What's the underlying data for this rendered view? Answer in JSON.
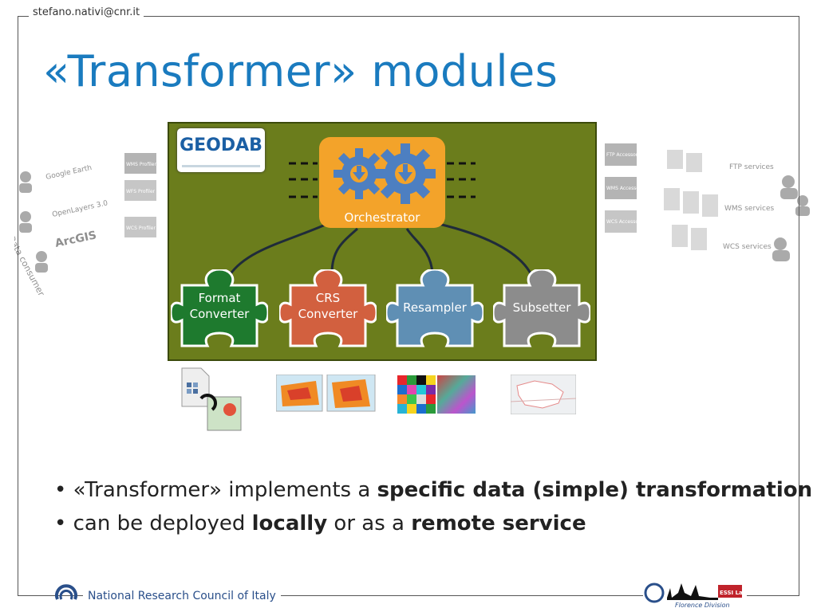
{
  "header": {
    "email": "stefano.nativi@cnr.it"
  },
  "title": "«Transformer» modules",
  "diagram": {
    "logo_text": "GEODAB",
    "orchestrator_label": "Orchestrator",
    "modules": [
      {
        "line1": "Format",
        "line2": "Converter",
        "color": "#1e7a2e"
      },
      {
        "line1": "CRS",
        "line2": "Converter",
        "color": "#d2603f"
      },
      {
        "line1": "Resampler",
        "line2": "",
        "color": "#5f8fb4"
      },
      {
        "line1": "Subsetter",
        "line2": "",
        "color": "#8c8c8c"
      }
    ],
    "left_side": {
      "clients": [
        "Google Earth",
        "OpenLayers 3.0",
        "ArcGIS"
      ],
      "profilers": [
        "WMS Profiler",
        "WFS Profiler",
        "WCS Profiler"
      ],
      "caption": "Data consumers"
    },
    "right_side": {
      "accessors": [
        "FTP Accessor",
        "WMS Accessor",
        "WCS Accessor"
      ],
      "services": [
        "FTP services",
        "WMS services",
        "WCS services"
      ]
    }
  },
  "bullets": [
    {
      "pre": "«Transformer» implements a ",
      "bold": "specific data (simple) transformation",
      "mid": "",
      "bold2": "",
      "post": ""
    },
    {
      "pre": "can be deployed ",
      "bold": "locally",
      "mid": " or as a ",
      "bold2": "remote service",
      "post": ""
    }
  ],
  "footer": {
    "org": "National Research Council of Italy",
    "right_logo_text": "Florence Division",
    "right_badge": "ESSI Lab"
  },
  "colors": {
    "title": "#1a7bbf",
    "panel": "#6b7d1c",
    "orchestrator": "#f3a32a",
    "gear": "#4d7fc1"
  }
}
